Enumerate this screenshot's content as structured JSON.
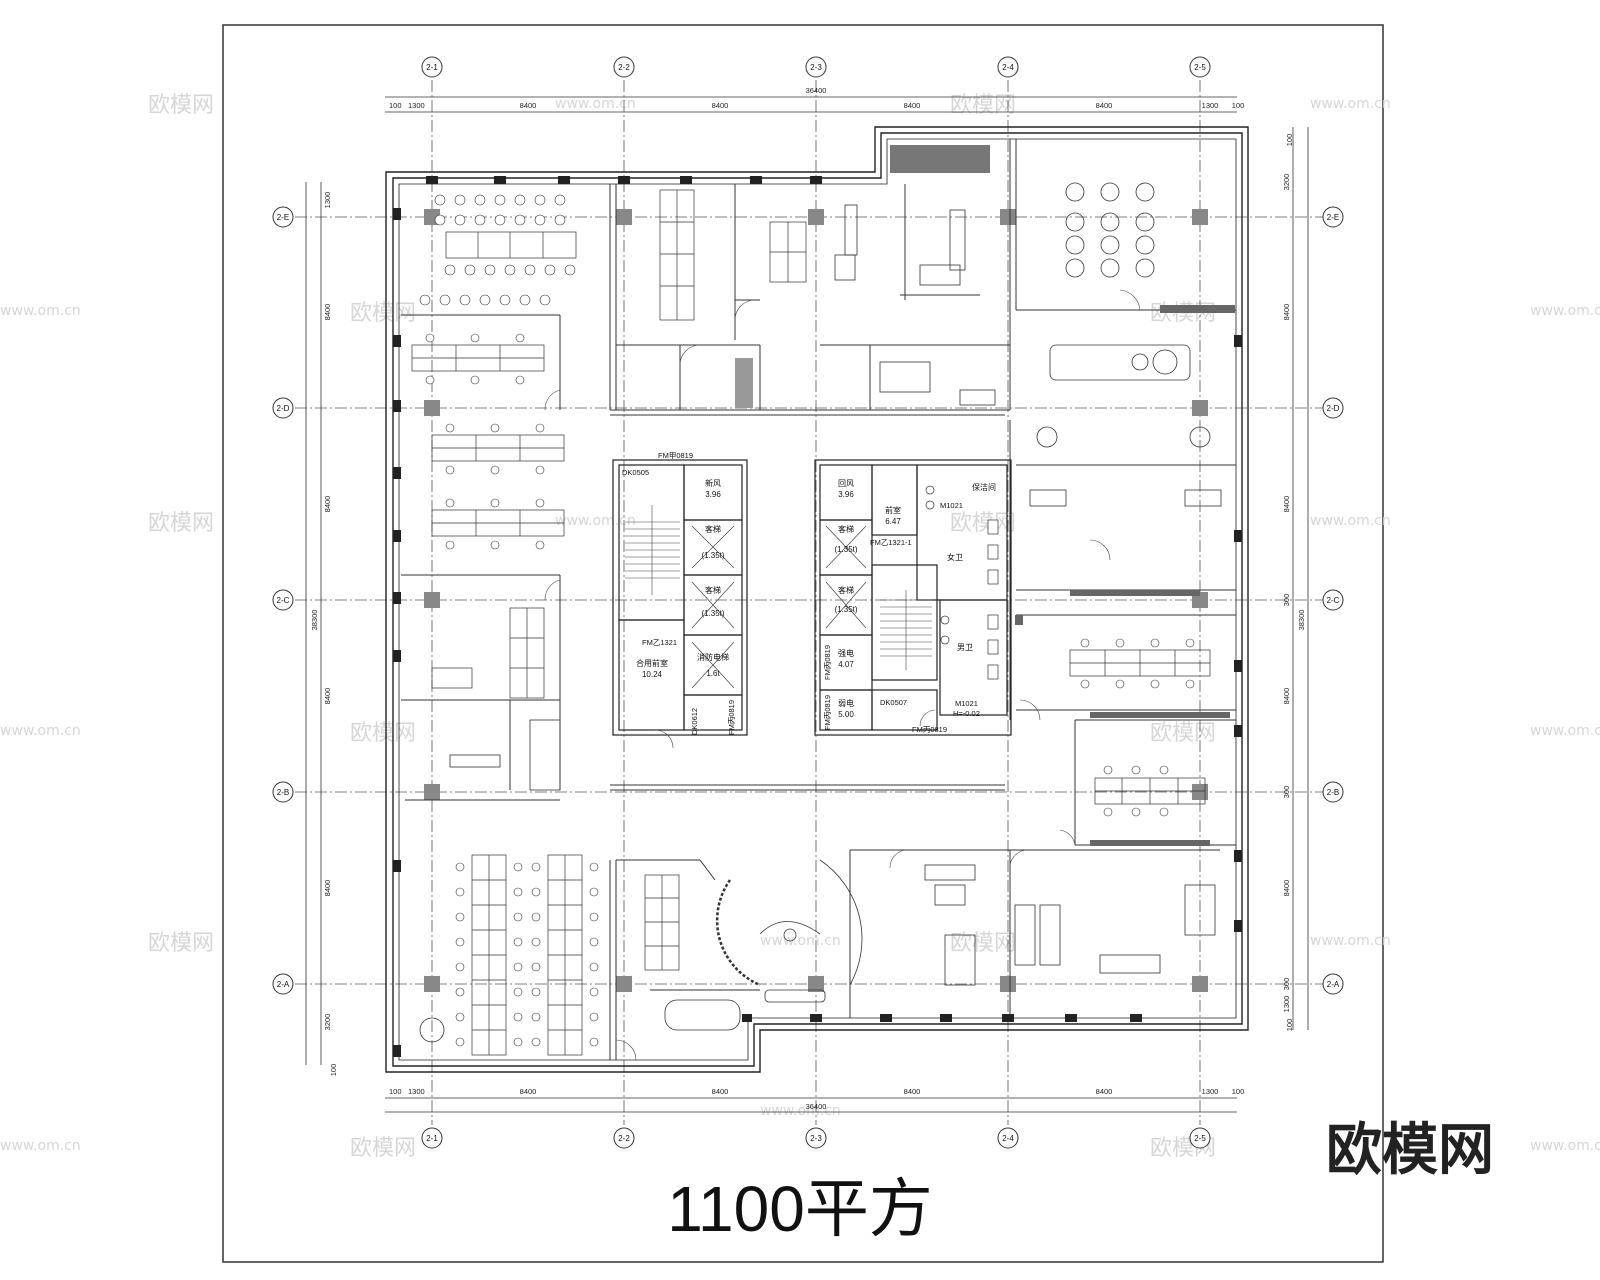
{
  "plan": {
    "axes_vertical": [
      "2-1",
      "2-2",
      "2-3",
      "2-4",
      "2-5"
    ],
    "axes_horizontal": [
      "2-E",
      "2-D",
      "2-C",
      "2-B",
      "2-A"
    ],
    "dims_top": [
      "100",
      "1300",
      "8400",
      "8400",
      "8400",
      "8400",
      "1300",
      "100"
    ],
    "dims_top_total": "36400",
    "dims_bottom": [
      "100",
      "1300",
      "8400",
      "8400",
      "8400",
      "8400",
      "1300",
      "100"
    ],
    "dims_bottom_total": "36400",
    "dims_left": [
      "1300",
      "8400",
      "8400",
      "8400",
      "3200",
      "100"
    ],
    "dims_left_total": "38300",
    "dims_right": [
      "100",
      "3200",
      "8400",
      "8400",
      "300",
      "8400",
      "300",
      "8400",
      "300",
      "1300",
      "100"
    ],
    "dims_right_total": "38300"
  },
  "core": {
    "rooms": [
      {
        "name": "新风",
        "area": "3.96"
      },
      {
        "name": "回风",
        "area": "3.96"
      },
      {
        "name": "前室",
        "area": "6.47"
      },
      {
        "name": "合用前室",
        "area": "10.24"
      },
      {
        "name": "强电",
        "area": "4.07"
      },
      {
        "name": "弱电",
        "area": "5.00"
      },
      {
        "name": "女卫",
        "area": ""
      },
      {
        "name": "男卫",
        "area": ""
      },
      {
        "name": "保洁间",
        "area": ""
      },
      {
        "name": "客梯",
        "area": "(1.35t)"
      },
      {
        "name": "客梯",
        "area": "(1.35t)"
      },
      {
        "name": "客梯",
        "area": "(1.35t)"
      },
      {
        "name": "客梯",
        "area": "(1.35t)"
      },
      {
        "name": "消防电梯",
        "area": "1.6t"
      }
    ],
    "door_tags": [
      "FM甲0819",
      "FM乙1321",
      "FM乙1321-1",
      "DK0505",
      "DK0507",
      "M1021",
      "M1021",
      "FM丙0819",
      "FM丙0819",
      "FM丙0819",
      "FM丙0819",
      "DK0612"
    ],
    "level_note": "H=-0.02"
  },
  "watermarks": [
    "欧模网",
    "www.om.cn"
  ],
  "brand": "欧模网",
  "title": "1100平方"
}
